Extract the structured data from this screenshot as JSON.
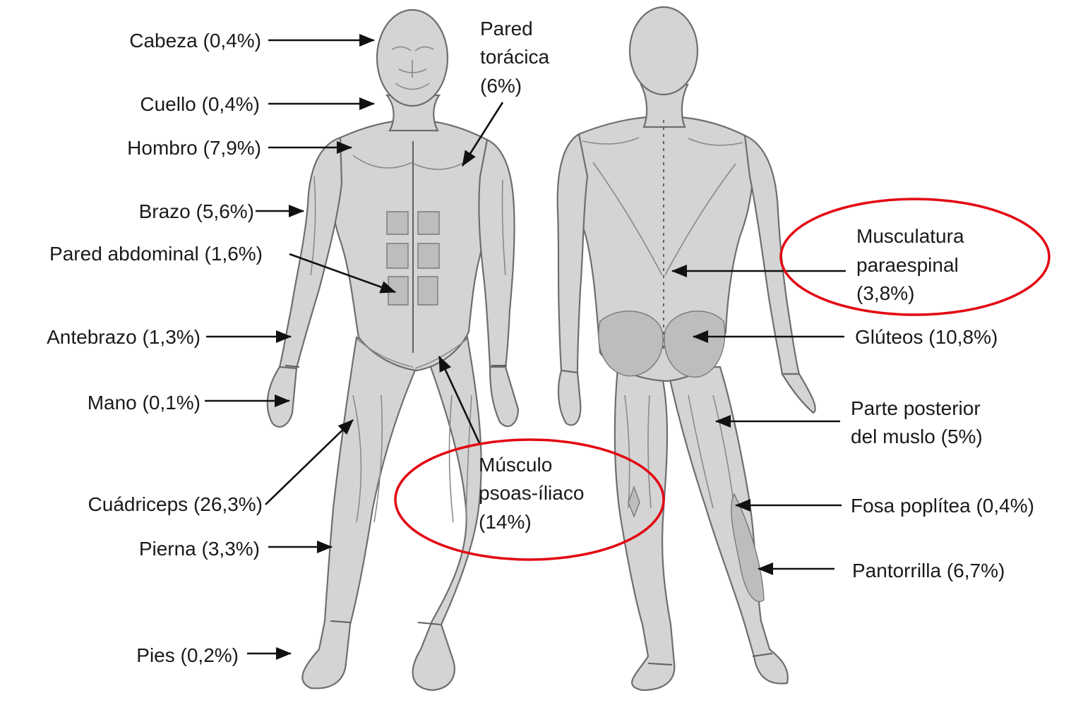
{
  "labels": {
    "cabeza": "Cabeza (0,4%)",
    "cuello": "Cuello (0,4%)",
    "hombro": "Hombro (7,9%)",
    "brazo": "Brazo (5,6%)",
    "pared_abdominal": "Pared abdominal (1,6%)",
    "antebrazo": "Antebrazo (1,3%)",
    "mano": "Mano (0,1%)",
    "cuadriceps": "Cuádriceps (26,3%)",
    "pierna": "Pierna (3,3%)",
    "pies": "Pies (0,2%)",
    "pared_toracica": [
      "Pared",
      "torácica",
      "(6%)"
    ],
    "psoas": [
      "Músculo",
      "psoas-íliaco",
      "(14%)"
    ],
    "paraespinal": [
      "Musculatura",
      "paraespinal",
      "(3,8%)"
    ],
    "gluteos": "Glúteos (10,8%)",
    "muslo_posterior": [
      "Parte posterior",
      "del muslo (5%)"
    ],
    "fosa_poplitea": "Fosa poplítea (0,4%)",
    "pantorrilla": "Pantorrilla (6,7%)"
  },
  "colors": {
    "highlight": "#e30613",
    "arrow": "#111111",
    "text": "#1a1a1a"
  },
  "highlighted": [
    "psoas",
    "paraespinal"
  ]
}
